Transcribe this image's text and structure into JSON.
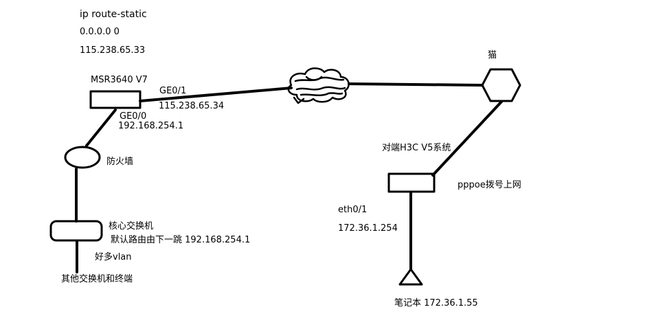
{
  "static_route": {
    "command": "ip route-static",
    "destination": "0.0.0.0 0",
    "next_hop": "115.238.65.33"
  },
  "router": {
    "model": "MSR3640 V7",
    "ge01": {
      "name": "GE0/1",
      "ip": "115.238.65.34"
    },
    "ge00": {
      "name": "GE0/0",
      "ip": "192.168.254.1"
    }
  },
  "firewall": {
    "label": "防火墙"
  },
  "core_switch": {
    "label": "核心交换机",
    "default_route": "默认路由由下一跳  192.168.254.1",
    "vlans": "好多vlan"
  },
  "access": {
    "label": "其他交换机和终端"
  },
  "modem": {
    "label": "猫"
  },
  "peer": {
    "label": "对端H3C V5系统",
    "pppoe": "pppoe拨号上网",
    "eth01": {
      "name": "eth0/1",
      "ip": "172.36.1.254"
    }
  },
  "laptop": {
    "label": "笔记本  172.36.1.55"
  },
  "colors": {
    "stroke": "#000000",
    "background": "#ffffff"
  }
}
